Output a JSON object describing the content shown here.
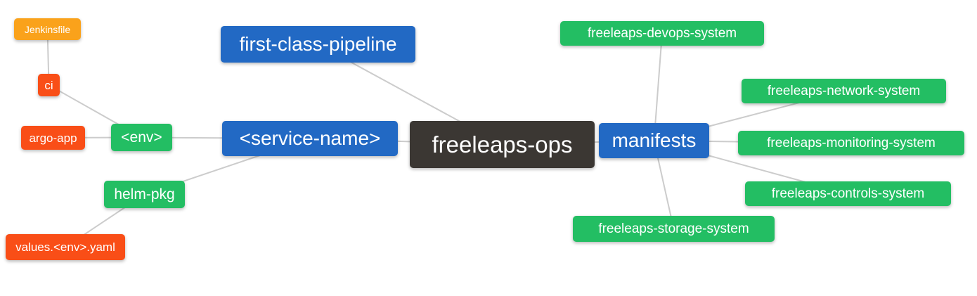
{
  "diagram": {
    "type": "mindmap"
  },
  "nodes": {
    "root": {
      "label": "freeleaps-ops",
      "level": 0,
      "color": "#3B3733"
    },
    "fcp": {
      "label": "first-class-pipeline",
      "level": 1,
      "color": "#2269C4"
    },
    "service": {
      "label": "<service-name>",
      "level": 1,
      "color": "#2269C4"
    },
    "manifests": {
      "label": "manifests",
      "level": 1,
      "color": "#2269C4"
    },
    "env": {
      "label": "<env>",
      "level": 2,
      "color": "#23BE63"
    },
    "helm_pkg": {
      "label": "helm-pkg",
      "level": 2,
      "color": "#23BE63"
    },
    "devops": {
      "label": "freeleaps-devops-system",
      "level": 2,
      "color": "#23BE63"
    },
    "network": {
      "label": "freeleaps-network-system",
      "level": 2,
      "color": "#23BE63"
    },
    "monitoring": {
      "label": "freeleaps-monitoring-system",
      "level": 2,
      "color": "#23BE63"
    },
    "controls": {
      "label": "freeleaps-controls-system",
      "level": 2,
      "color": "#23BE63"
    },
    "storage": {
      "label": "freeleaps-storage-system",
      "level": 2,
      "color": "#23BE63"
    },
    "ci": {
      "label": "ci",
      "level": 3,
      "color": "#F94E17"
    },
    "argo_app": {
      "label": "argo-app",
      "level": 3,
      "color": "#F94E17"
    },
    "values_yaml": {
      "label": "values.<env>.yaml",
      "level": 3,
      "color": "#F94E17"
    },
    "jenkinsfile": {
      "label": "Jenkinsfile",
      "level": 4,
      "color": "#FAA21B"
    }
  },
  "edges": [
    [
      "root",
      "fcp"
    ],
    [
      "root",
      "service"
    ],
    [
      "root",
      "manifests"
    ],
    [
      "service",
      "env"
    ],
    [
      "service",
      "helm_pkg"
    ],
    [
      "env",
      "ci"
    ],
    [
      "env",
      "argo_app"
    ],
    [
      "ci",
      "jenkinsfile"
    ],
    [
      "helm_pkg",
      "values_yaml"
    ],
    [
      "manifests",
      "devops"
    ],
    [
      "manifests",
      "network"
    ],
    [
      "manifests",
      "monitoring"
    ],
    [
      "manifests",
      "controls"
    ],
    [
      "manifests",
      "storage"
    ]
  ],
  "colors": {
    "root": "#3B3733",
    "level1": "#2269C4",
    "level2": "#23BE63",
    "level3": "#F94E17",
    "level4": "#FAA21B",
    "edge": "#CCCCCC",
    "text": "#FFFFFF",
    "background": "#FFFFFF"
  }
}
